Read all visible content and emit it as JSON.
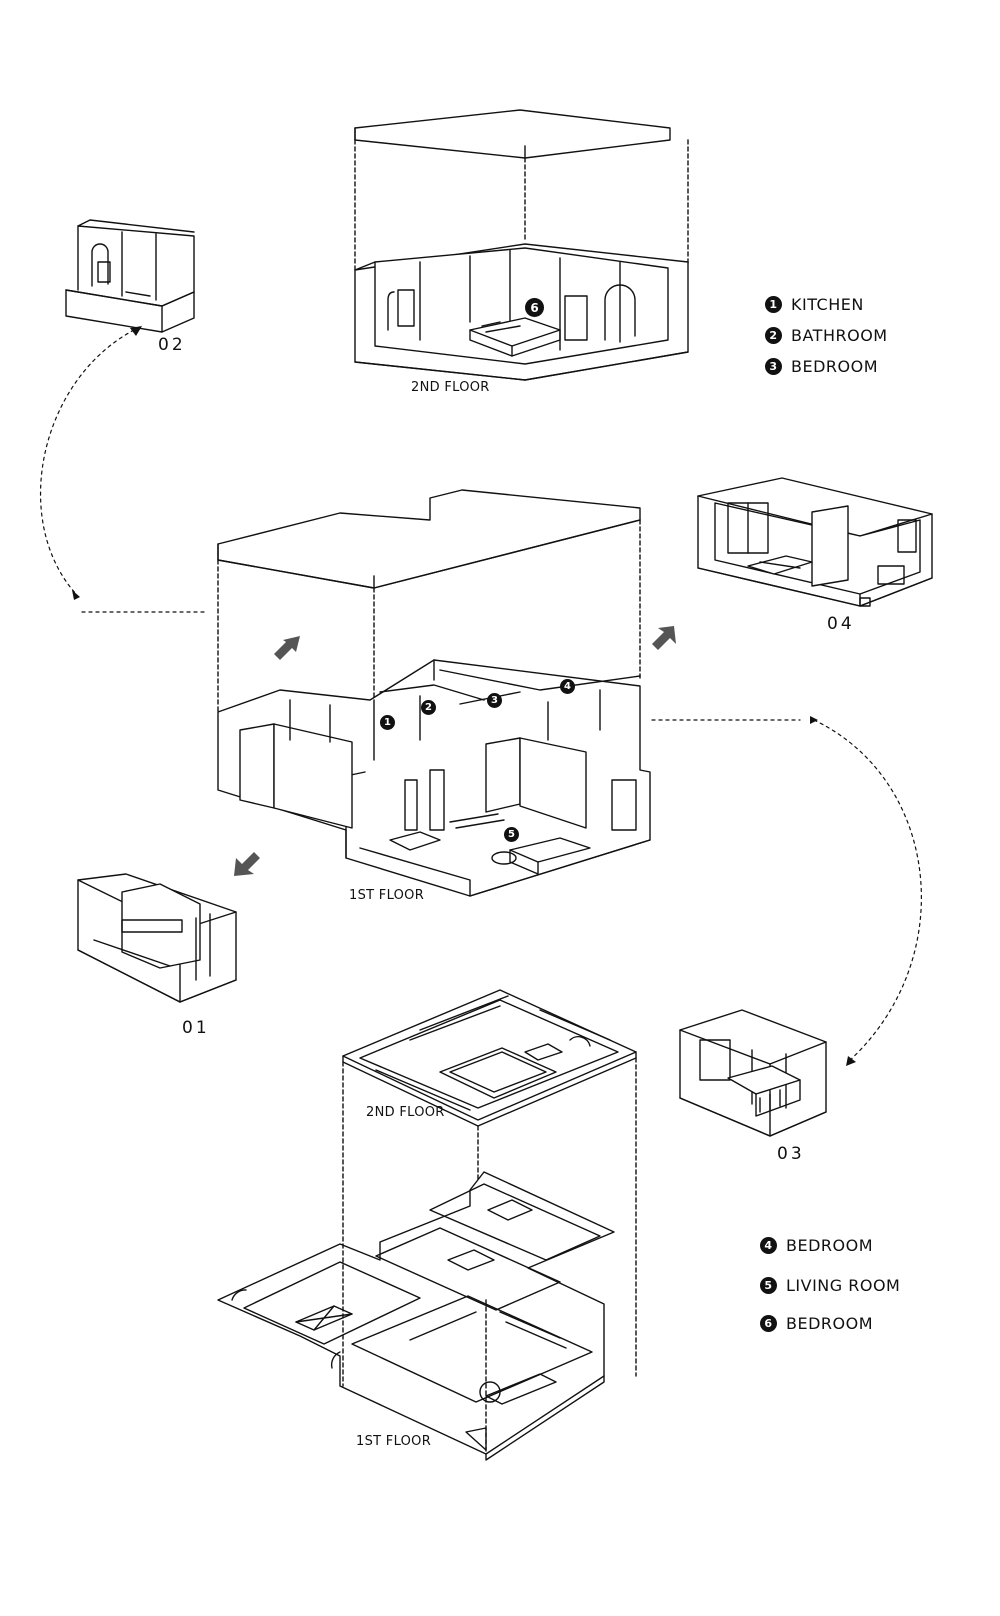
{
  "captions": {
    "top_2nd_floor": "2ND FLOOR",
    "mid_1st_floor": "1ST FLOOR",
    "plan_2nd_floor": "2ND FLOOR",
    "plan_1st_floor": "1ST FLOOR"
  },
  "views": {
    "v01": "01",
    "v02": "02",
    "v03": "03",
    "v04": "04"
  },
  "legend_top": [
    {
      "num": "1",
      "label": "KITCHEN"
    },
    {
      "num": "2",
      "label": "BATHROOM"
    },
    {
      "num": "3",
      "label": "BEDROOM"
    }
  ],
  "legend_bottom": [
    {
      "num": "4",
      "label": "BEDROOM"
    },
    {
      "num": "5",
      "label": "LIVING ROOM"
    },
    {
      "num": "6",
      "label": "BEDROOM"
    }
  ],
  "markers": {
    "m1": "1",
    "m2": "2",
    "m3": "3",
    "m4": "4",
    "m5": "5",
    "m6": "6"
  }
}
